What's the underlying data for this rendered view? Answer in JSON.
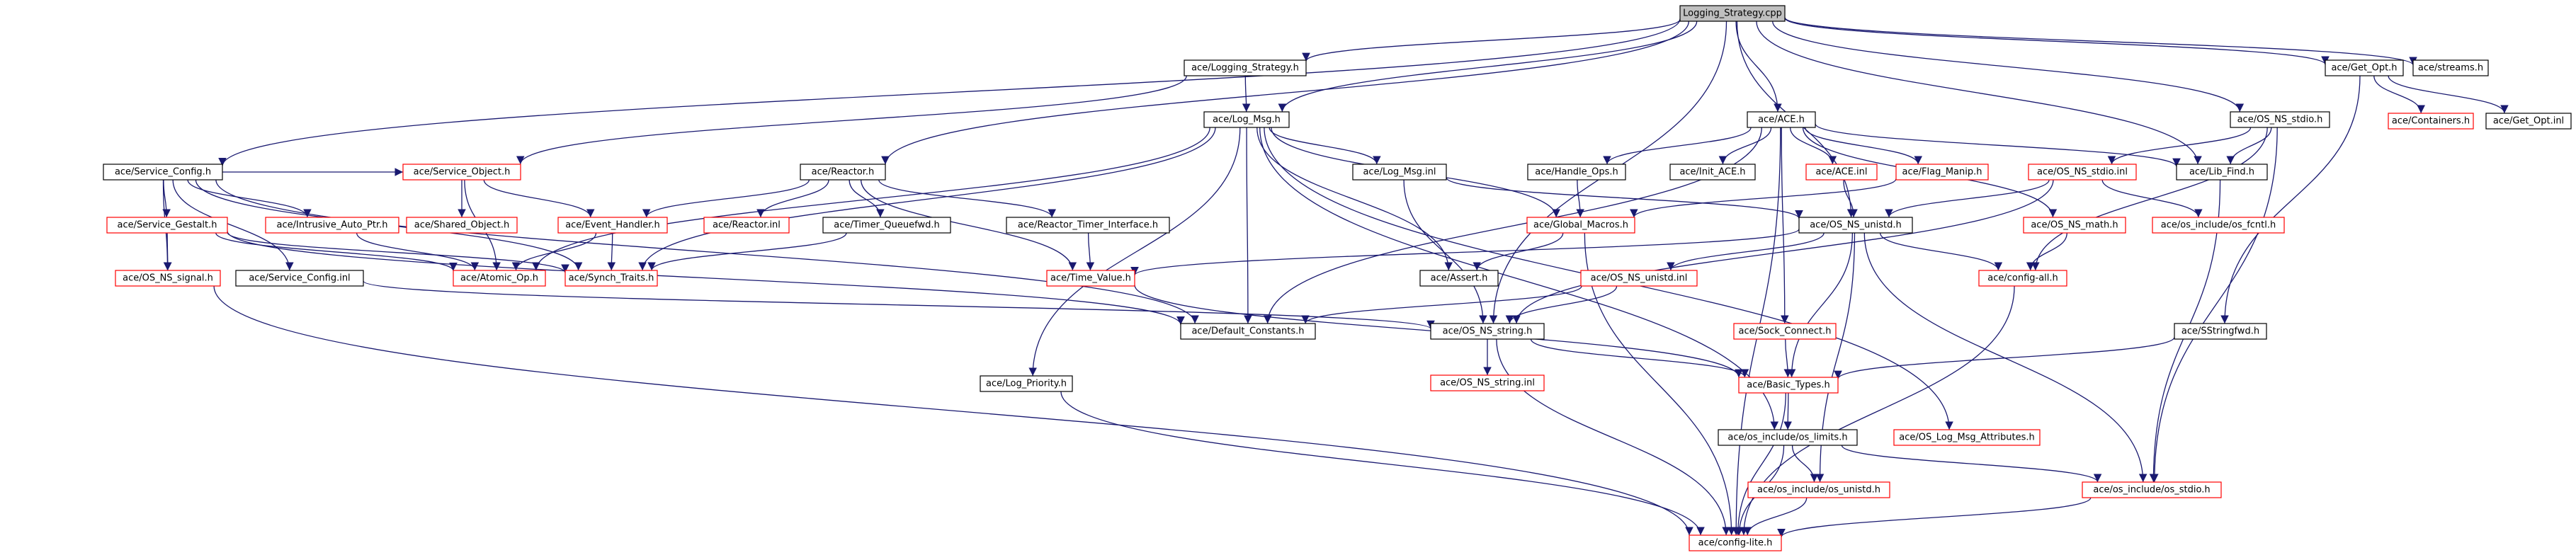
{
  "graph": {
    "nodes": [
      {
        "id": "root",
        "label": "Logging_Strategy.cpp",
        "style": "root"
      },
      {
        "id": "logstrat",
        "label": "ace/Logging_Strategy.h",
        "style": "black"
      },
      {
        "id": "getopt",
        "label": "ace/Get_Opt.h",
        "style": "black"
      },
      {
        "id": "streams",
        "label": "ace/streams.h",
        "style": "black"
      },
      {
        "id": "containers",
        "label": "ace/Containers.h",
        "style": "red"
      },
      {
        "id": "getoptinl",
        "label": "ace/Get_Opt.inl",
        "style": "black"
      },
      {
        "id": "acem",
        "label": "ace/ACE.h",
        "style": "black"
      },
      {
        "id": "logmsg",
        "label": "ace/Log_Msg.h",
        "style": "black"
      },
      {
        "id": "osstdio",
        "label": "ace/OS_NS_stdio.h",
        "style": "black"
      },
      {
        "id": "svcconf",
        "label": "ace/Service_Config.h",
        "style": "black"
      },
      {
        "id": "svcobj",
        "label": "ace/Service_Object.h",
        "style": "red"
      },
      {
        "id": "reactor",
        "label": "ace/Reactor.h",
        "style": "black"
      },
      {
        "id": "logmsginl",
        "label": "ace/Log_Msg.inl",
        "style": "black"
      },
      {
        "id": "handleops",
        "label": "ace/Handle_Ops.h",
        "style": "black"
      },
      {
        "id": "initace",
        "label": "ace/Init_ACE.h",
        "style": "black"
      },
      {
        "id": "aceinl",
        "label": "ace/ACE.inl",
        "style": "red"
      },
      {
        "id": "flagmanip",
        "label": "ace/Flag_Manip.h",
        "style": "red"
      },
      {
        "id": "osstdioinl",
        "label": "ace/OS_NS_stdio.inl",
        "style": "red"
      },
      {
        "id": "libfind",
        "label": "ace/Lib_Find.h",
        "style": "black"
      },
      {
        "id": "svcgestalt",
        "label": "ace/Service_Gestalt.h",
        "style": "red"
      },
      {
        "id": "intrusive",
        "label": "ace/Intrusive_Auto_Ptr.h",
        "style": "red"
      },
      {
        "id": "sharedobj",
        "label": "ace/Shared_Object.h",
        "style": "red"
      },
      {
        "id": "evhandler",
        "label": "ace/Event_Handler.h",
        "style": "red"
      },
      {
        "id": "reactorinl",
        "label": "ace/Reactor.inl",
        "style": "red"
      },
      {
        "id": "timerq",
        "label": "ace/Timer_Queuefwd.h",
        "style": "black"
      },
      {
        "id": "reactortimer",
        "label": "ace/Reactor_Timer_Interface.h",
        "style": "black"
      },
      {
        "id": "globalmacros",
        "label": "ace/Global_Macros.h",
        "style": "red"
      },
      {
        "id": "osunistd",
        "label": "ace/OS_NS_unistd.h",
        "style": "black"
      },
      {
        "id": "osmath",
        "label": "ace/OS_NS_math.h",
        "style": "red"
      },
      {
        "id": "osfcntl",
        "label": "ace/os_include/os_fcntl.h",
        "style": "red"
      },
      {
        "id": "ossignal",
        "label": "ace/OS_NS_signal.h",
        "style": "red"
      },
      {
        "id": "svcconfinl",
        "label": "ace/Service_Config.inl",
        "style": "black"
      },
      {
        "id": "atomicop",
        "label": "ace/Atomic_Op.h",
        "style": "red"
      },
      {
        "id": "synchtraits",
        "label": "ace/Synch_Traits.h",
        "style": "red"
      },
      {
        "id": "timevalue",
        "label": "ace/Time_Value.h",
        "style": "red"
      },
      {
        "id": "assert",
        "label": "ace/Assert.h",
        "style": "black"
      },
      {
        "id": "osunistdinl",
        "label": "ace/OS_NS_unistd.inl",
        "style": "red"
      },
      {
        "id": "configall",
        "label": "ace/config-all.h",
        "style": "red"
      },
      {
        "id": "defconst",
        "label": "ace/Default_Constants.h",
        "style": "black"
      },
      {
        "id": "osstring",
        "label": "ace/OS_NS_string.h",
        "style": "black"
      },
      {
        "id": "sockconnect",
        "label": "ace/Sock_Connect.h",
        "style": "red"
      },
      {
        "id": "sstringfwd",
        "label": "ace/SStringfwd.h",
        "style": "black"
      },
      {
        "id": "ossstringinl",
        "label": "ace/OS_NS_string.inl",
        "style": "red"
      },
      {
        "id": "basictypes",
        "label": "ace/Basic_Types.h",
        "style": "red"
      },
      {
        "id": "logpriority",
        "label": "ace/Log_Priority.h",
        "style": "black"
      },
      {
        "id": "oslimits",
        "label": "ace/os_include/os_limits.h",
        "style": "black"
      },
      {
        "id": "oslogattr",
        "label": "ace/OS_Log_Msg_Attributes.h",
        "style": "red"
      },
      {
        "id": "osinclunistd",
        "label": "ace/os_include/os_unistd.h",
        "style": "red"
      },
      {
        "id": "osinclstdio",
        "label": "ace/os_include/os_stdio.h",
        "style": "red"
      },
      {
        "id": "configlite",
        "label": "ace/config-lite.h",
        "style": "red"
      }
    ],
    "edges": [
      [
        "root",
        "logstrat"
      ],
      [
        "root",
        "getopt"
      ],
      [
        "root",
        "streams"
      ],
      [
        "root",
        "acem"
      ],
      [
        "root",
        "logmsg"
      ],
      [
        "root",
        "osstdio"
      ],
      [
        "root",
        "reactor"
      ],
      [
        "root",
        "svcconf"
      ],
      [
        "root",
        "osunistd"
      ],
      [
        "root",
        "osstring"
      ],
      [
        "root",
        "libfind"
      ],
      [
        "logstrat",
        "logmsg"
      ],
      [
        "logstrat",
        "svcobj"
      ],
      [
        "getopt",
        "containers"
      ],
      [
        "getopt",
        "getoptinl"
      ],
      [
        "getopt",
        "sstringfwd"
      ],
      [
        "logmsg",
        "logmsginl"
      ],
      [
        "logmsg",
        "globalmacros"
      ],
      [
        "logmsg",
        "defconst"
      ],
      [
        "logmsg",
        "logpriority"
      ],
      [
        "logmsg",
        "synchtraits"
      ],
      [
        "logmsg",
        "atomicop"
      ],
      [
        "logmsg",
        "oslogattr"
      ],
      [
        "logmsg",
        "oslimits"
      ],
      [
        "logmsg",
        "assert"
      ],
      [
        "acem",
        "handleops"
      ],
      [
        "acem",
        "initace"
      ],
      [
        "acem",
        "aceinl"
      ],
      [
        "acem",
        "flagmanip"
      ],
      [
        "acem",
        "libfind"
      ],
      [
        "acem",
        "sockconnect"
      ],
      [
        "acem",
        "defconst"
      ],
      [
        "acem",
        "configlite"
      ],
      [
        "acem",
        "osmath"
      ],
      [
        "osstdio",
        "osstdioinl"
      ],
      [
        "osstdio",
        "libfind"
      ],
      [
        "osstdio",
        "configall"
      ],
      [
        "osstdio",
        "osinclstdio"
      ],
      [
        "svcconf",
        "svcgestalt"
      ],
      [
        "svcconf",
        "intrusive"
      ],
      [
        "svcconf",
        "ossignal"
      ],
      [
        "svcconf",
        "svcconfinl"
      ],
      [
        "svcconf",
        "synchtraits"
      ],
      [
        "svcconf",
        "defconst"
      ],
      [
        "svcconf",
        "svcobj"
      ],
      [
        "svcobj",
        "sharedobj"
      ],
      [
        "svcobj",
        "evhandler"
      ],
      [
        "svcobj",
        "atomicop"
      ],
      [
        "reactor",
        "evhandler"
      ],
      [
        "reactor",
        "reactorinl"
      ],
      [
        "reactor",
        "timerq"
      ],
      [
        "reactor",
        "reactortimer"
      ],
      [
        "reactor",
        "timevalue"
      ],
      [
        "logmsginl",
        "osstring"
      ],
      [
        "logmsginl",
        "osunistd"
      ],
      [
        "handleops",
        "globalmacros"
      ],
      [
        "aceinl",
        "osunistd"
      ],
      [
        "flagmanip",
        "globalmacros"
      ],
      [
        "osstdioinl",
        "osunistd"
      ],
      [
        "osstdioinl",
        "osfcntl"
      ],
      [
        "osstdioinl",
        "osstring"
      ],
      [
        "libfind",
        "osinclstdio"
      ],
      [
        "svcgestalt",
        "ossignal"
      ],
      [
        "svcgestalt",
        "atomicop"
      ],
      [
        "svcgestalt",
        "synchtraits"
      ],
      [
        "svcgestalt",
        "defconst"
      ],
      [
        "intrusive",
        "atomicop"
      ],
      [
        "evhandler",
        "atomicop"
      ],
      [
        "evhandler",
        "synchtraits"
      ],
      [
        "timerq",
        "synchtraits"
      ],
      [
        "reactortimer",
        "timevalue"
      ],
      [
        "globalmacros",
        "assert"
      ],
      [
        "globalmacros",
        "configlite"
      ],
      [
        "osunistd",
        "timevalue"
      ],
      [
        "osunistd",
        "osunistdinl"
      ],
      [
        "osunistd",
        "basictypes"
      ],
      [
        "osunistd",
        "configall"
      ],
      [
        "osunistd",
        "osinclunistd"
      ],
      [
        "osunistd",
        "osinclstdio"
      ],
      [
        "osmath",
        "configall"
      ],
      [
        "ossignal",
        "configlite"
      ],
      [
        "svcconfinl",
        "osstring"
      ],
      [
        "timevalue",
        "basictypes"
      ],
      [
        "osunistdinl",
        "defconst"
      ],
      [
        "osunistdinl",
        "osstring"
      ],
      [
        "configall",
        "configlite"
      ],
      [
        "osstring",
        "ossstringinl"
      ],
      [
        "osstring",
        "basictypes"
      ],
      [
        "osstring",
        "configlite"
      ],
      [
        "sockconnect",
        "basictypes"
      ],
      [
        "sstringfwd",
        "basictypes"
      ],
      [
        "basictypes",
        "oslimits"
      ],
      [
        "basictypes",
        "configlite"
      ],
      [
        "logpriority",
        "configlite"
      ],
      [
        "oslimits",
        "osinclunistd"
      ],
      [
        "oslimits",
        "osinclstdio"
      ],
      [
        "oslimits",
        "configlite"
      ],
      [
        "osinclunistd",
        "configlite"
      ],
      [
        "osinclstdio",
        "configlite"
      ]
    ]
  }
}
